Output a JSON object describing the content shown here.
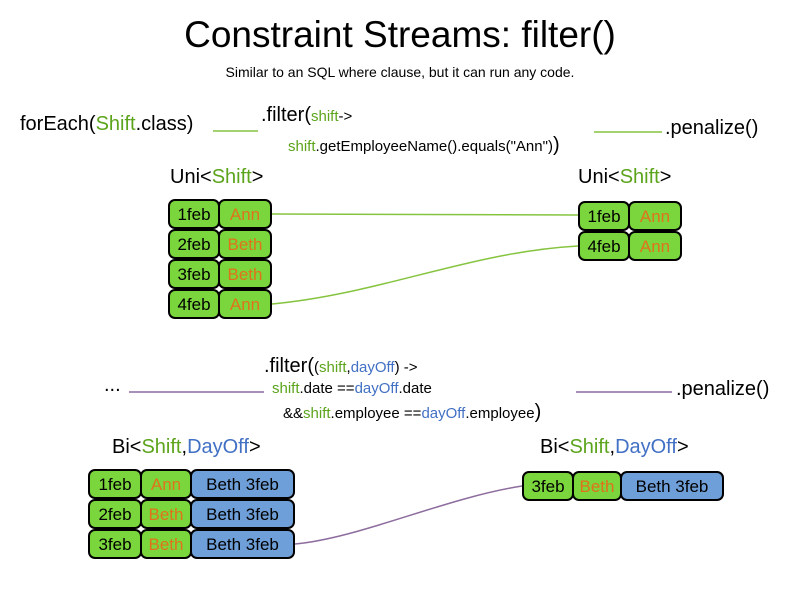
{
  "title": "Constraint Streams: filter()",
  "subtitle": "Similar to an SQL where clause, but it can run any code.",
  "colors": {
    "code_green": "#5ca41c",
    "code_blue": "#4170c4",
    "name_orange": "#e0731a",
    "cell_green": "#7ad63c",
    "cell_blue": "#6f9fd8",
    "line_green": "#86c440",
    "line_purple": "#8d6c9e"
  },
  "top_flow": {
    "foreach": {
      "pre": "forEach(",
      "class_name": "Shift",
      "post": ".class)"
    },
    "filter_line1": {
      "pre": ".filter(",
      "param": "shift",
      "arrow": " ->"
    },
    "filter_line2": {
      "param": "shift",
      "body": ".getEmployeeName().equals(\"Ann\")",
      "close": ")"
    },
    "penalize": ".penalize()",
    "left_type": {
      "pre": "Uni<",
      "t1": "Shift",
      "post": ">"
    },
    "right_type": {
      "pre": "Uni<",
      "t1": "Shift",
      "post": ">"
    },
    "left_table": [
      {
        "date": "1feb",
        "name": "Ann"
      },
      {
        "date": "2feb",
        "name": "Beth"
      },
      {
        "date": "3feb",
        "name": "Beth"
      },
      {
        "date": "4feb",
        "name": "Ann"
      }
    ],
    "right_table": [
      {
        "date": "1feb",
        "name": "Ann"
      },
      {
        "date": "4feb",
        "name": "Ann"
      }
    ]
  },
  "bottom_flow": {
    "source": "...",
    "filter_line1": {
      "pre": ".filter(",
      "open": "(",
      "param1": "shift",
      "comma": ", ",
      "param2": "dayOff",
      "post": ") ->"
    },
    "filter_line2": {
      "p1": "shift",
      "t1": ".date == ",
      "p2": "dayOff",
      "t2": ".date"
    },
    "filter_line3": {
      "pre": "&& ",
      "p1": "shift",
      "t1": ".employee == ",
      "p2": "dayOff",
      "t2": ".employee",
      "close": ")"
    },
    "penalize": ".penalize()",
    "left_type": {
      "pre": "Bi<",
      "t1": "Shift",
      "comma": ", ",
      "t2": "DayOff",
      "post": ">"
    },
    "right_type": {
      "pre": "Bi<",
      "t1": "Shift",
      "comma": ", ",
      "t2": "DayOff",
      "post": ">"
    },
    "left_table": [
      {
        "date": "1feb",
        "name": "Ann",
        "dayoff": "Beth 3feb"
      },
      {
        "date": "2feb",
        "name": "Beth",
        "dayoff": "Beth 3feb"
      },
      {
        "date": "3feb",
        "name": "Beth",
        "dayoff": "Beth 3feb"
      }
    ],
    "right_table": [
      {
        "date": "3feb",
        "name": "Beth",
        "dayoff": "Beth 3feb"
      }
    ]
  }
}
